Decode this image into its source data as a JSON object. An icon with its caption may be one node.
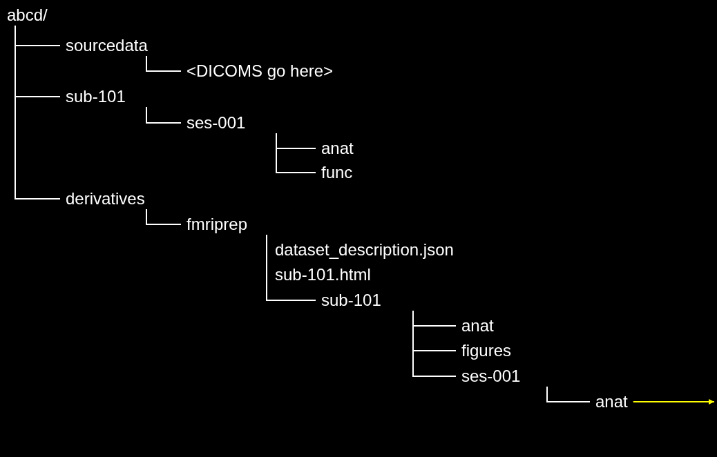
{
  "diagram": {
    "nodes": [
      {
        "text": [
          "abcd/"
        ]
      },
      {
        "text": [
          "sourcedata"
        ]
      },
      {
        "text": [
          "<DICOMS go here>"
        ]
      },
      {
        "text": [
          "sub-101"
        ]
      },
      {
        "text": [
          "ses-001"
        ]
      },
      {
        "text": [
          "anat"
        ]
      },
      {
        "text": [
          "func"
        ]
      },
      {
        "text": [
          "derivatives"
        ]
      },
      {
        "text": [
          "fmriprep"
        ]
      },
      {
        "text": [
          "sub-101"
        ]
      },
      {
        "text": [
          "anat"
        ]
      },
      {
        "text": [
          "figures"
        ]
      },
      {
        "text": [
          "ses-001"
        ]
      },
      {
        "text": [
          "anat"
        ]
      }
    ],
    "edges": [
      {
        "from": 0,
        "to": 1,
        "arrow": "none"
      },
      {
        "from": 1,
        "to": 2,
        "arrow": "none"
      },
      {
        "from": 0,
        "to": 3,
        "arrow": "none"
      },
      {
        "from": 3,
        "to": 4,
        "arrow": "none"
      },
      {
        "from": 4,
        "to": 5,
        "arrow": "none"
      },
      {
        "from": 4,
        "to": 6,
        "arrow": "none"
      },
      {
        "from": 0,
        "to": 7,
        "arrow": "none"
      },
      {
        "from": 7,
        "to": 8,
        "arrow": "none"
      },
      {
        "from": 8,
        "to": 9,
        "arrow": "none"
      },
      {
        "from": 9,
        "to": 10,
        "arrow": "none"
      },
      {
        "from": 9,
        "to": 11,
        "arrow": "none"
      },
      {
        "from": 9,
        "to": 12,
        "arrow": "none"
      },
      {
        "from": 12,
        "to": 13,
        "arrow": "none"
      },
      {
        "from": 13,
        "to": null,
        "arrow": "to",
        "color": "#ffff00"
      }
    ],
    "labels": [
      "dataset_description.json",
      "sub-101.html"
    ]
  }
}
